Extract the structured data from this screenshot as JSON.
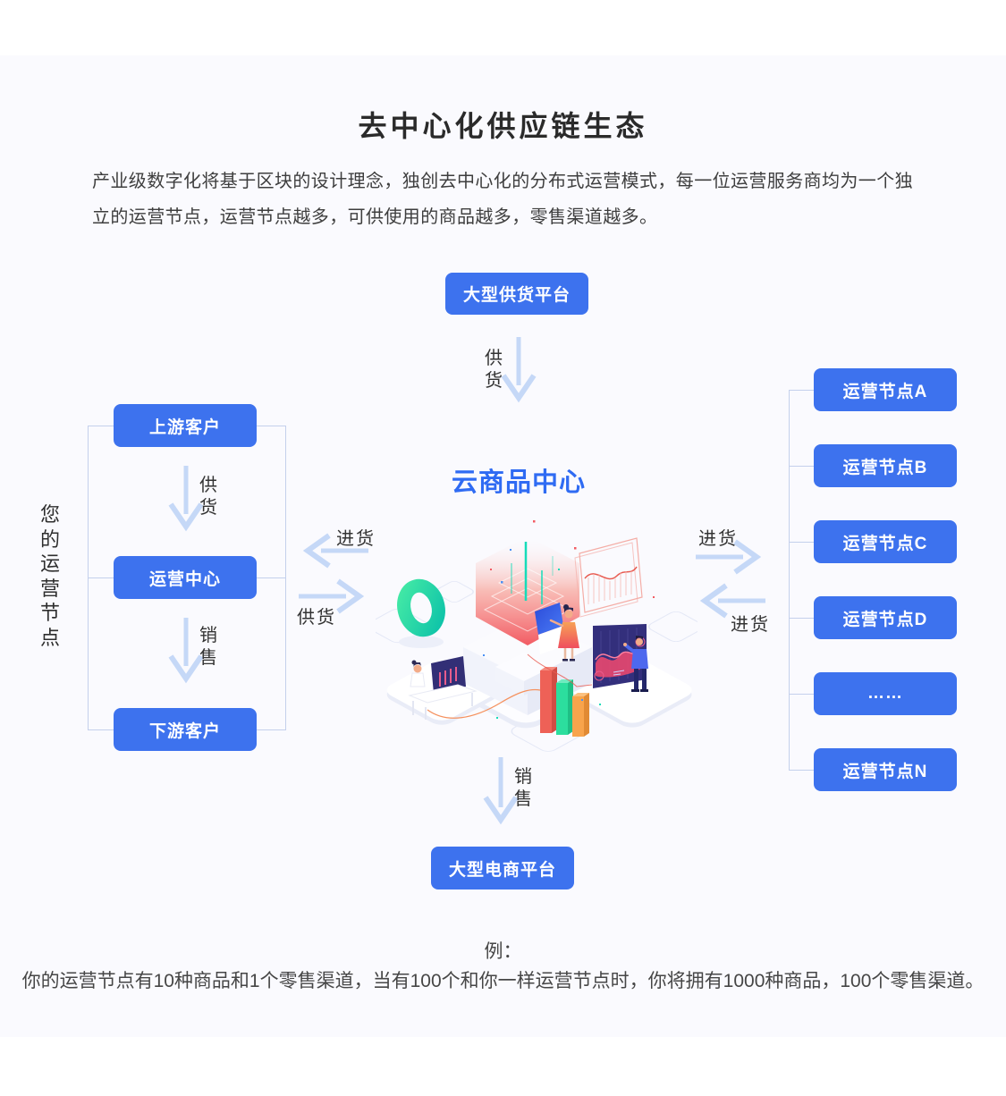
{
  "page": {
    "title": "去中心化供应链生态",
    "intro_line1": "产业级数字化将基于区块的设计理念，独创去中心化的分布式运营模式，每一位运营服务商均为一个独",
    "intro_line2": "立的运营节点，运营节点越多，可供使用的商品越多，零售渠道越多。",
    "example_label": "例：",
    "example_text": "你的运营节点有10种商品和1个零售渠道，当有100个和你一样运营节点时，你将拥有1000种商品，100个零售渠道。"
  },
  "diagram": {
    "supplier_platform": "大型供货平台",
    "cloud_center": "云商品中心",
    "ecommerce_platform": "大型电商平台",
    "left_group_label": "您的运营节点",
    "left_nodes": [
      "上游客户",
      "运营中心",
      "下游客户"
    ],
    "right_nodes": [
      "运营节点A",
      "运营节点B",
      "运营节点C",
      "运营节点D",
      "……",
      "运营节点N"
    ],
    "labels": {
      "supply_from_top": "供货",
      "left_supply": "供货",
      "left_sale": "销售",
      "purchase_in_left": "进货",
      "supply_out_left": "供货",
      "purchase_out_right": "进货",
      "purchase_in_right": "进货",
      "sale_to_bottom": "销售"
    },
    "colors": {
      "node_blue": "#3D72EE",
      "center_title_blue": "#2F6BF3",
      "arrow_blue": "#C5D8F7",
      "connector_line": "#C4D0EC",
      "background": "#FAFAFE"
    }
  }
}
